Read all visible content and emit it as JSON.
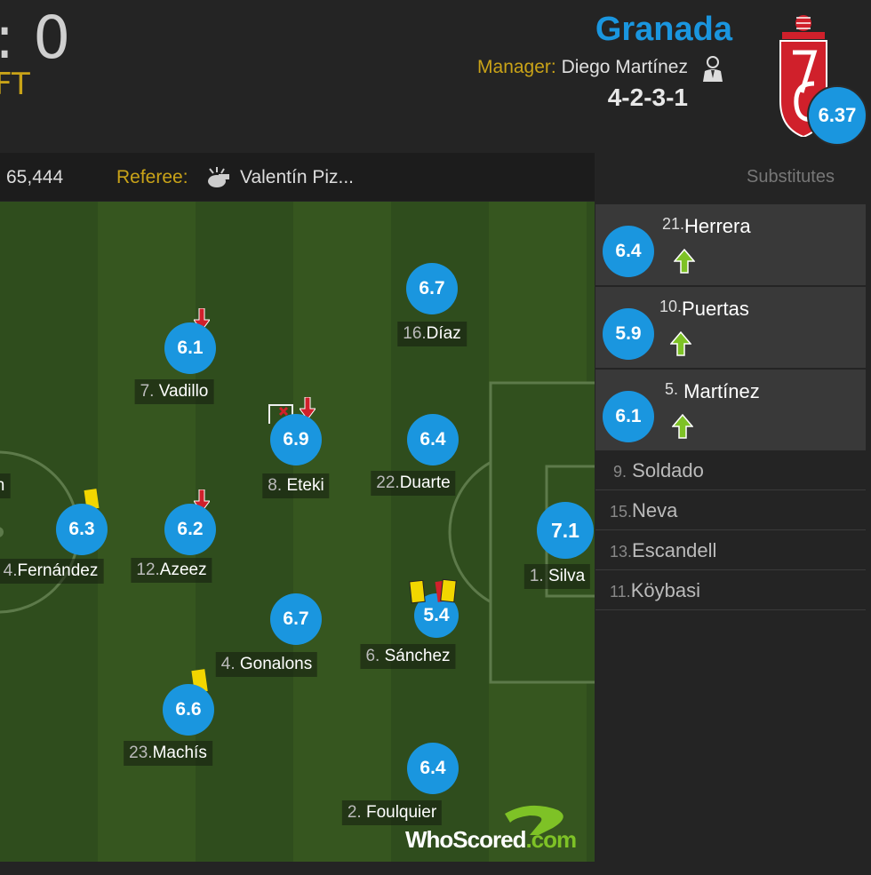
{
  "match": {
    "score_fragment": ": 0",
    "status": "FT",
    "attendance": "65,444",
    "referee_label": "Referee:",
    "referee_name": "Valentín Piz..."
  },
  "team": {
    "name": "Granada",
    "manager_label": "Manager:",
    "manager_name": "Diego Martínez",
    "formation": "4-2-3-1",
    "rating": "6.37",
    "crest_icon": "granada-crest-icon"
  },
  "players": [
    {
      "number": "16.",
      "name": "Díaz",
      "rating": "6.7",
      "events": []
    },
    {
      "number": "7.",
      "name": "Vadillo",
      "rating": "6.1",
      "events": [
        "subbed-off-arrow-icon"
      ]
    },
    {
      "number": "8.",
      "name": "Eteki",
      "rating": "6.9",
      "events": [
        "missed-shot-icon",
        "subbed-off-arrow-icon"
      ]
    },
    {
      "number": "22.",
      "name": "Duarte",
      "rating": "6.4",
      "events": []
    },
    {
      "number": "",
      "name": "n",
      "rating": "",
      "events": []
    },
    {
      "number": "4.",
      "name": "Fernández",
      "rating": "6.3",
      "events": [
        "yellow-card-icon"
      ]
    },
    {
      "number": "12.",
      "name": "Azeez",
      "rating": "6.2",
      "events": [
        "subbed-off-arrow-icon"
      ]
    },
    {
      "number": "1.",
      "name": "Silva",
      "rating": "7.1",
      "events": []
    },
    {
      "number": "4.",
      "name": "Gonalons",
      "rating": "6.7",
      "events": []
    },
    {
      "number": "6.",
      "name": "Sánchez",
      "rating": "5.4",
      "events": [
        "yellow-card-icon",
        "second-yellow-red-card-icon"
      ]
    },
    {
      "number": "23.",
      "name": "Machís",
      "rating": "6.6",
      "events": [
        "yellow-card-icon"
      ]
    },
    {
      "number": "2.",
      "name": "Foulquier",
      "rating": "6.4",
      "events": []
    }
  ],
  "watermark": {
    "brand": "WhoScored",
    "tld": ".com"
  },
  "substitutes": {
    "header": "Substitutes",
    "used": [
      {
        "number": "21.",
        "name": "Herrera",
        "rating": "6.4"
      },
      {
        "number": "10.",
        "name": "Puertas",
        "rating": "5.9"
      },
      {
        "number": "5.",
        "name": "Martínez",
        "rating": "6.1"
      }
    ],
    "unused": [
      {
        "number": "9.",
        "name": "Soldado"
      },
      {
        "number": "15.",
        "name": "Neva"
      },
      {
        "number": "13.",
        "name": "Escandell"
      },
      {
        "number": "11.",
        "name": "Köybasi"
      }
    ]
  },
  "colors": {
    "accent_blue": "#1a96df",
    "gold_label": "#c9a318",
    "pitch_dark": "#2f4d1d",
    "pitch_light": "#36561f",
    "sub_in_green": "#7ec226",
    "sub_off_red": "#d0202b"
  }
}
